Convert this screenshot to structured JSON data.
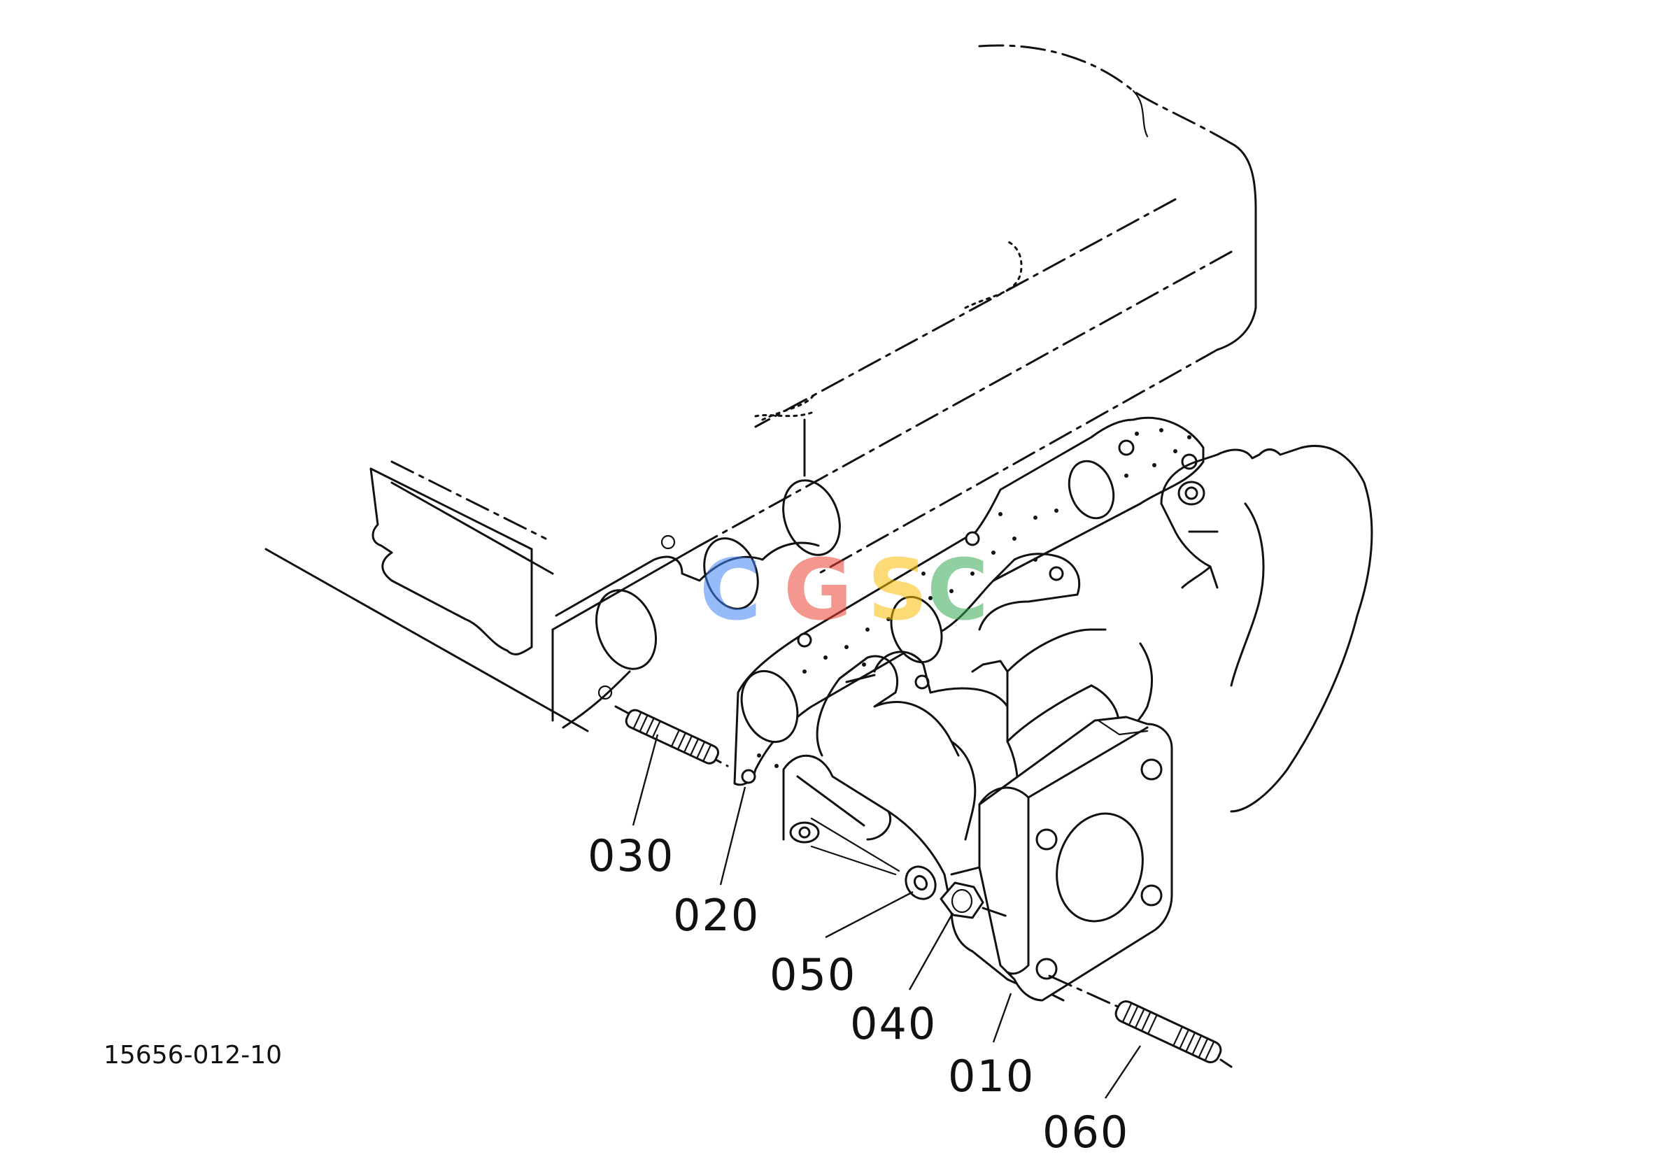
{
  "diagram": {
    "drawing_number": "15656-012-10",
    "parts": [
      {
        "ref": "010",
        "name": "exhaust-manifold"
      },
      {
        "ref": "020",
        "name": "gasket"
      },
      {
        "ref": "030",
        "name": "stud"
      },
      {
        "ref": "040",
        "name": "nut"
      },
      {
        "ref": "050",
        "name": "washer"
      },
      {
        "ref": "060",
        "name": "stud"
      }
    ]
  },
  "watermark": {
    "letters": [
      "C",
      "G",
      "S",
      "C"
    ],
    "colors": [
      "#4285f4",
      "#ea4335",
      "#fbbc05",
      "#34a853"
    ]
  }
}
